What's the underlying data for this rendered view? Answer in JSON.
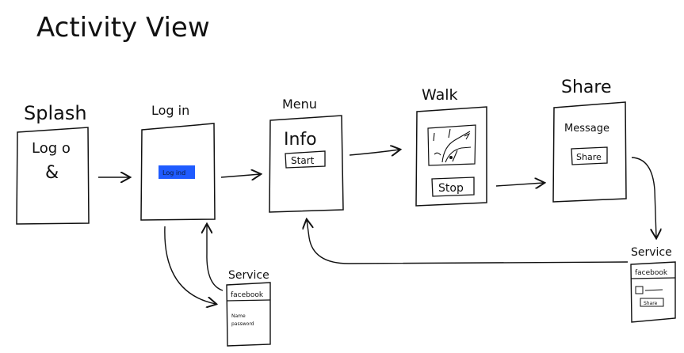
{
  "title": "Activity View",
  "screens": {
    "splash": {
      "label": "Splash",
      "logo_text": "Log o"
    },
    "login": {
      "label": "Log in",
      "button_label": "Log ind"
    },
    "menu": {
      "label": "Menu",
      "info_text": "Info",
      "start_label": "Start"
    },
    "walk": {
      "label": "Walk",
      "stop_label": "Stop"
    },
    "share": {
      "label": "Share",
      "message_text": "Message",
      "share_label": "Share"
    },
    "service_left": {
      "label": "Service",
      "header": "facebook",
      "line1": "Name",
      "line2": "password"
    },
    "service_right": {
      "label": "Service",
      "header": "facebook",
      "share_label": "Share"
    }
  },
  "colors": {
    "ink": "#111111",
    "login_button": "#1f5bff",
    "login_button_text": "#0a1a3a",
    "paper": "#ffffff"
  }
}
